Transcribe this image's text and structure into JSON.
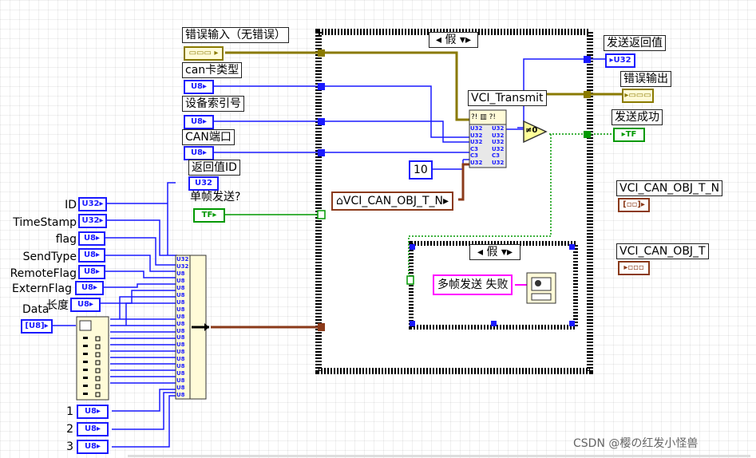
{
  "left_controls": [
    {
      "label": "ID",
      "type": "U32"
    },
    {
      "label": "TimeStamp",
      "type": "U32"
    },
    {
      "label": "flag",
      "type": "U8"
    },
    {
      "label": "SendType",
      "type": "U8"
    },
    {
      "label": "RemoteFlag",
      "type": "U8"
    },
    {
      "label": "ExternFlag",
      "type": "U8"
    },
    {
      "label": "长度",
      "type": "U8"
    }
  ],
  "data_array": {
    "label": "Data",
    "type": "U8"
  },
  "bottom_controls": [
    {
      "label": "1",
      "type": "U8"
    },
    {
      "label": "2",
      "type": "U8"
    },
    {
      "label": "3",
      "type": "U8"
    }
  ],
  "top_inputs": [
    {
      "label": "错误输入（无错误）",
      "type": "err"
    },
    {
      "label": "can卡类型",
      "type": "U8"
    },
    {
      "label": "设备索引号",
      "type": "U8"
    },
    {
      "label": "CAN端口",
      "type": "U8"
    },
    {
      "label": "返回值ID",
      "type": "U32"
    }
  ],
  "single_frame": {
    "label": "单帧发送?",
    "type": "TF"
  },
  "case_outer": {
    "selector": "假"
  },
  "case_inner": {
    "selector": "假"
  },
  "vi": {
    "name": "VCI_Transmit"
  },
  "const_num": "10",
  "cluster_const": "VCI_CAN_OBJ_T_N",
  "pink_string": "多帧发送 失败",
  "compare_symbol": "≠0",
  "outputs": [
    {
      "label": "发送返回值",
      "type": "U32"
    },
    {
      "label": "错误输出",
      "type": "err"
    },
    {
      "label": "发送成功",
      "type": "TF"
    }
  ],
  "right_indicators": [
    {
      "label": "VCI_CAN_OBJ_T_N",
      "type": "cluster"
    },
    {
      "label": "VCI_CAN_OBJ_T",
      "type": "cluster"
    }
  ],
  "bundle_types": [
    "U32",
    "U32",
    "U8",
    "U8",
    "U8",
    "U8",
    "U8",
    "U8",
    "U8",
    "U8",
    "U8",
    "U8",
    "U8",
    "U8",
    "U8",
    "U8",
    "U8",
    "U8",
    "U8",
    "U8"
  ],
  "vi_pin_types": [
    "U32",
    "U32",
    "U32",
    "C3",
    "C3",
    "U32"
  ],
  "vi_out_types": [
    "U32",
    "U32",
    "U32",
    "U32",
    "C3",
    "U32"
  ],
  "watermark": "CSDN @樱の红发小怪兽",
  "colors": {
    "int_wire": "#1a1aff",
    "bool_wire": "#009900",
    "err_wire": "#8a7a00",
    "cluster_wire": "#8b3a1a",
    "string_wire": "#ff00ff"
  }
}
